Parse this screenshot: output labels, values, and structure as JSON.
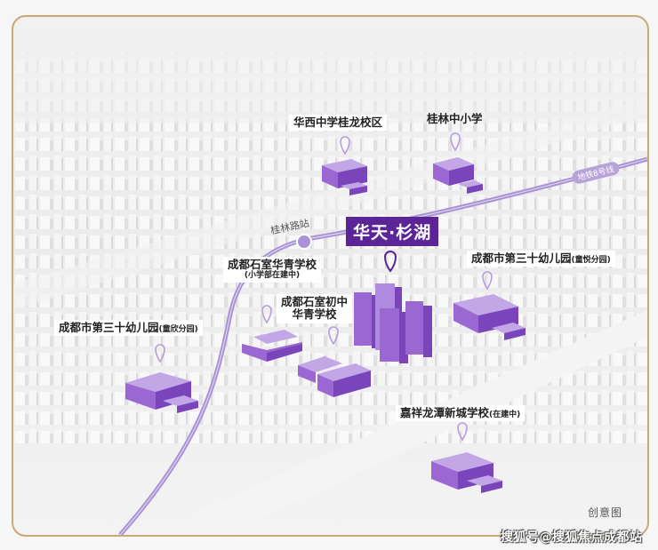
{
  "map": {
    "project": {
      "name": "华天·杉湖",
      "color": "#5b2597"
    },
    "metro": {
      "station": "桂林路站",
      "line": "地铁8号线",
      "line_color": "#a992d6"
    },
    "schools": [
      {
        "name": "华西中学桂龙校区",
        "sub": ""
      },
      {
        "name": "桂林中小学",
        "sub": ""
      },
      {
        "name": "成都石室华青学校",
        "sub": "(小学部在建中)"
      },
      {
        "name": "成都市第三十幼儿园",
        "sub": "(童悦分园)"
      },
      {
        "name": "成都石室初中",
        "sub": "华青学校"
      },
      {
        "name": "成都市第三十幼儿园",
        "sub": "(童欣分园)"
      },
      {
        "name": "嘉祥龙潭新城学校",
        "sub": "(在建中)"
      }
    ],
    "note": "创意图",
    "watermark": "搜狐号@搜狐焦点成都站",
    "colors": {
      "border": "#c9a97a",
      "building_top": "#c3a6e6",
      "building_front": "#9b68d3",
      "building_side": "#7a45bb",
      "pin": "#b99be0"
    }
  }
}
